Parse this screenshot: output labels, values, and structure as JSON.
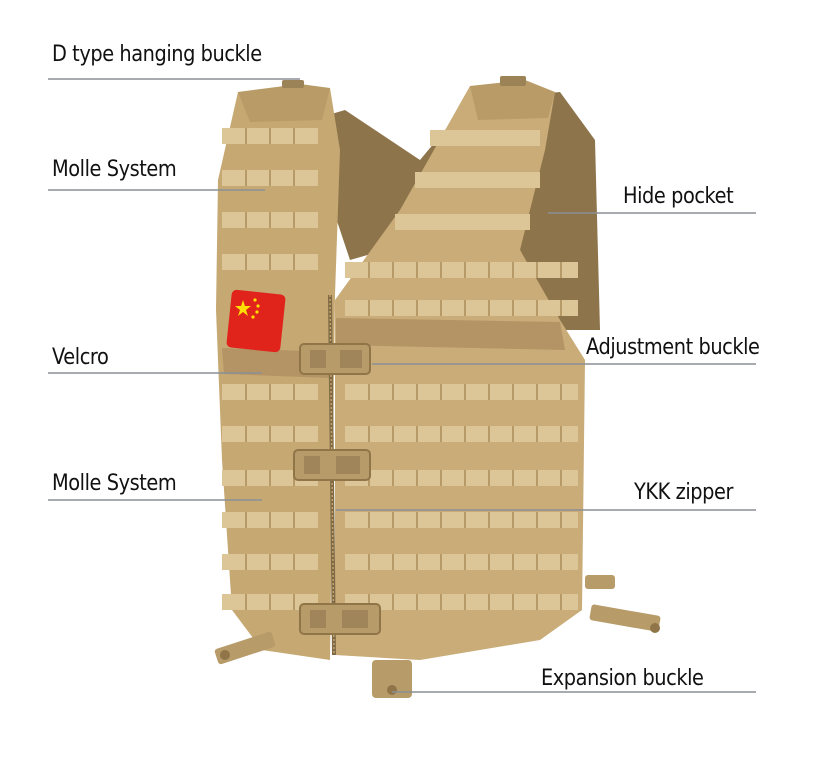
{
  "colors": {
    "leader_line": "#8a8f96",
    "vest_base": "#c7aa76",
    "vest_dark": "#a98c58",
    "webbing": "#dcc597",
    "mesh": "#9a7f52",
    "buckle": "#b79b69",
    "patch_red": "#e0241c",
    "patch_star": "#ffde00"
  },
  "labels": {
    "d_type_buckle": "D type hanging buckle",
    "molle_upper": "Molle System",
    "velcro": "Velcro",
    "molle_lower": "Molle System",
    "hide_pocket": "Hide pocket",
    "adjustment_buckle": "Adjustment buckle",
    "ykk_zipper": "YKK zipper",
    "expansion_buckle": "Expansion buckle"
  },
  "icons": {
    "product": "tactical-vest-illustration",
    "patch": "flag-patch-icon"
  }
}
